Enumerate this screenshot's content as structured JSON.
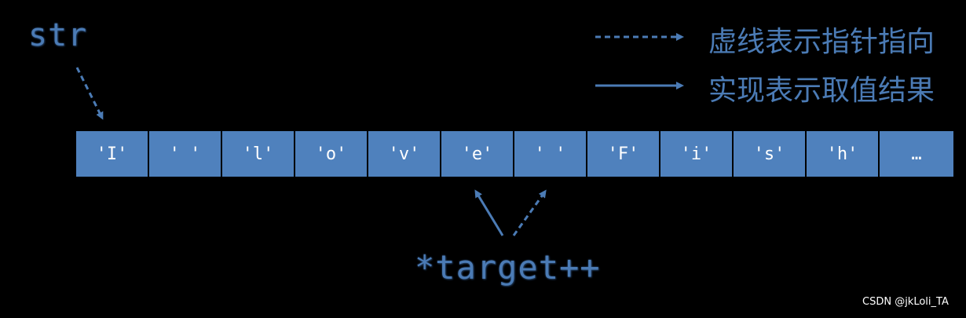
{
  "pointer_label": "str",
  "expression_label": "*target++",
  "legend": {
    "dashed_text": "虚线表示指针指向",
    "solid_text": "实现表示取值结果"
  },
  "array": {
    "cells": [
      "'I'",
      "' '",
      "'l'",
      "'o'",
      "'v'",
      "'e'",
      "' '",
      "'F'",
      "'i'",
      "'s'",
      "'h'",
      "…"
    ]
  },
  "watermark": "CSDN @jkLoli_TA",
  "colors": {
    "accent": "#4b7bb5",
    "cell_fill": "#4f81bd",
    "background": "#000000"
  }
}
